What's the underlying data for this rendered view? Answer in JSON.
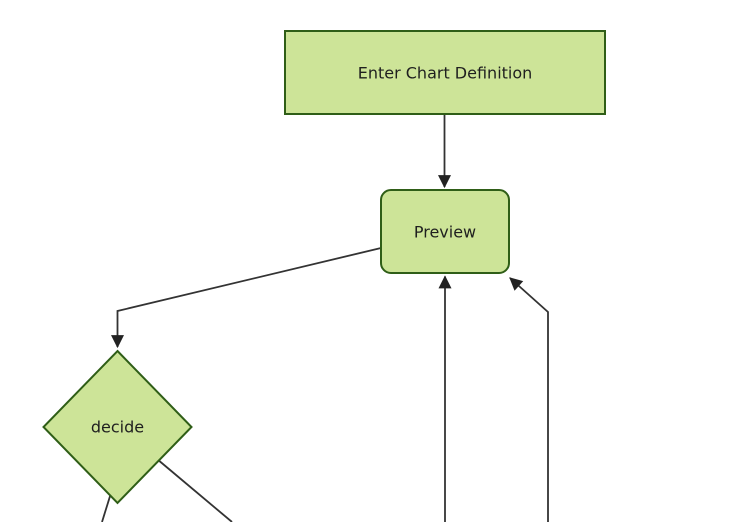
{
  "flowchart": {
    "nodes": [
      {
        "id": "enter-chart-definition",
        "label": "Enter Chart Definition",
        "shape": "rectangle"
      },
      {
        "id": "preview",
        "label": "Preview",
        "shape": "rounded-rectangle"
      },
      {
        "id": "decide",
        "label": "decide",
        "shape": "diamond"
      }
    ],
    "edges": [
      {
        "from": "enter-chart-definition",
        "to": "preview",
        "arrow": true
      },
      {
        "from": "preview",
        "to": "decide",
        "arrow": true
      },
      {
        "from": "offscreen-bottom",
        "to": "preview",
        "arrow": true
      },
      {
        "from": "offscreen-bottom-right",
        "to": "preview",
        "arrow": true
      },
      {
        "from": "decide",
        "to": "offscreen-bottom-left",
        "arrow": false
      },
      {
        "from": "decide",
        "to": "offscreen-bottom-right",
        "arrow": false
      }
    ],
    "colors": {
      "background": "#ffffff",
      "node_fill": "#cde498",
      "node_border": "#2f5e17",
      "edge_line": "#333333",
      "arrowhead": "#222222",
      "text": "#1f1f1f"
    }
  }
}
